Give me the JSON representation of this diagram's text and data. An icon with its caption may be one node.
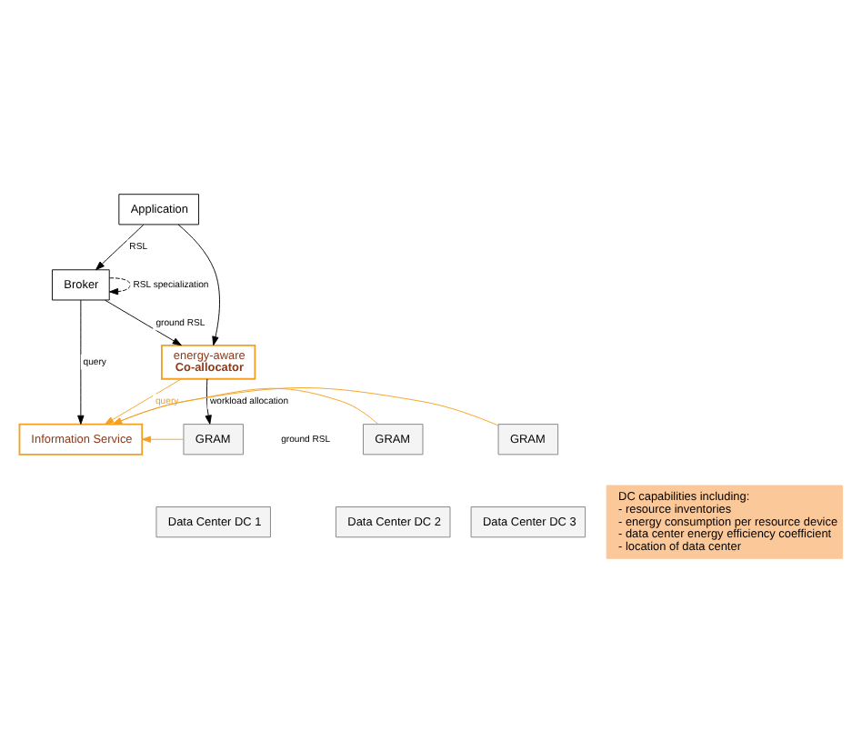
{
  "diagram": {
    "nodes": [
      {
        "text": [
          "Broker"
        ]
      },
      {
        "text": [
          "Application"
        ]
      },
      {
        "text": [
          "Information Service"
        ]
      },
      {
        "text": [
          "energy-aware",
          "Co-allocator"
        ]
      },
      {
        "text": [
          "GRAM"
        ]
      },
      {
        "text": [
          "GRAM"
        ]
      },
      {
        "text": [
          "GRAM"
        ]
      },
      {
        "text": [
          "Data Center DC 1"
        ]
      },
      {
        "text": [
          "Data Center DC 2"
        ]
      },
      {
        "text": [
          "Data Center DC 3"
        ]
      },
      {
        "text": [
          "DC capabilities including:",
          "- resource inventories",
          "- energy consumption per resource device",
          "- data center energy efficiency coefficient",
          "- location of data center"
        ]
      }
    ],
    "edges": [
      {
        "from": 0,
        "to": 0,
        "arrow": "to",
        "style": "dashed",
        "label": "RSL specialization"
      },
      {
        "from": 1,
        "to": 0,
        "arrow": "to",
        "label": "RSL"
      },
      {
        "from": 0,
        "to": 2,
        "arrow": "to",
        "label": "query"
      },
      {
        "from": 1,
        "to": 3,
        "arrow": "to"
      },
      {
        "from": 0,
        "to": 3,
        "arrow": "to",
        "label": "ground RSL"
      },
      {
        "from": 3,
        "to": 2,
        "arrow": "to",
        "label": "query",
        "color": "#f5a020"
      },
      {
        "from": 3,
        "to": 4,
        "arrow": "to",
        "label": "workload allocation"
      },
      {
        "from": 4,
        "to": 2,
        "arrow": "to",
        "color": "#f5a020"
      },
      {
        "from": 5,
        "to": 2,
        "arrow": "to",
        "color": "#f5a020"
      },
      {
        "from": 6,
        "to": 2,
        "arrow": "to",
        "color": "#f5a020"
      }
    ],
    "labels": [
      "ground RSL"
    ]
  }
}
